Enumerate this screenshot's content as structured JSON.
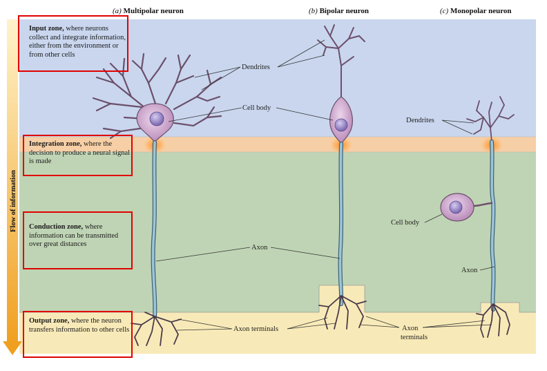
{
  "headers": {
    "a_prefix": "(a)",
    "a_title": "Multipolar neuron",
    "b_prefix": "(b)",
    "b_title": "Bipolar neuron",
    "c_prefix": "(c)",
    "c_title": "Monopolar neuron"
  },
  "flow_label": "Flow of information",
  "zones": {
    "input": {
      "title": "Input zone,",
      "text": " where neurons collect and integrate information, either from the environment or from other cells"
    },
    "integration": {
      "title": "Integration zone,",
      "text": " where the decision to produce a neural signal is made"
    },
    "conduction": {
      "title": "Conduction zone,",
      "text": " where information can be transmitted over great distances"
    },
    "output": {
      "title": "Output zone,",
      "text": " where the neuron transfers information to other cells"
    }
  },
  "labels": {
    "dendrites_ab": "Dendrites",
    "cell_body_ab": "Cell body",
    "dendrites_c": "Dendrites",
    "cell_body_c": "Cell body",
    "axon_ab": "Axon",
    "axon_c": "Axon",
    "axon_terminals_ab": "Axon terminals",
    "axon_terminals_c_1": "Axon",
    "axon_terminals_c_2": "terminals"
  },
  "colors": {
    "input_band": "#c9d6ee",
    "integration_band": "#f6cfa6",
    "conduction_band": "#bfd4b4",
    "output_band": "#f8eab8",
    "highlight": "#e00000",
    "neuron_body": "#c9a6c9",
    "nucleus": "#9a86c4",
    "axon": "#8cb4c8"
  }
}
